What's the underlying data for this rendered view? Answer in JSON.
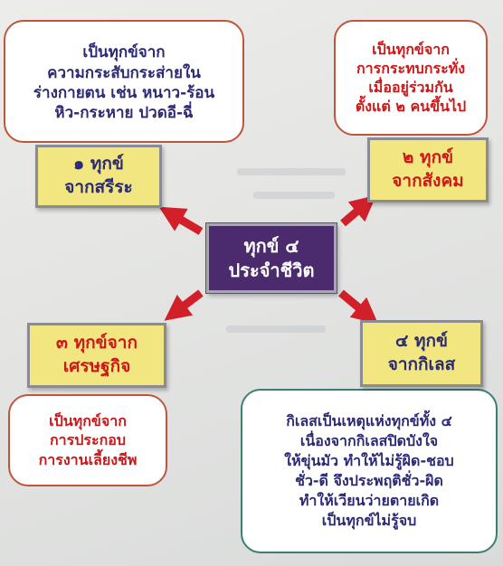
{
  "center": {
    "lines": [
      "ทุกข์ ๔",
      "ประจำชีวิต"
    ]
  },
  "nodes": [
    {
      "label_lines": [
        "๑ ทุกข์",
        "จากสรีระ"
      ],
      "desc_lines": [
        "เป็นทุกข์จาก",
        "ความกระสับกระส่ายใน",
        "ร่างกายตน เช่น หนาว-ร้อน",
        "หิว-กระหาย ปวดอี-ฉี่"
      ]
    },
    {
      "label_lines": [
        "๒ ทุกข์",
        "จากสังคม"
      ],
      "desc_lines": [
        "เป็นทุกข์จาก",
        "การกระทบกระทั่ง",
        "เมื่ออยู่ร่วมกัน",
        "ตั้งแต่ ๒ คนขึ้นไป"
      ]
    },
    {
      "label_lines": [
        "๓ ทุกข์จาก",
        "เศรษฐกิจ"
      ],
      "desc_lines": [
        "เป็นทุกข์จาก",
        "การประกอบ",
        "การงานเลี้ยงชีพ"
      ]
    },
    {
      "label_lines": [
        "๔ ทุกข์",
        "จากกิเลส"
      ],
      "desc_lines": [
        "กิเลสเป็นเหตุแห่งทุกข์ทั้ง ๔",
        "เนื่องจากกิเลสปิดบังใจ",
        "ให้ขุ่นมัว ทำให้ไม่รู้ผิด-ชอบ",
        "ชั่ว-ดี จึงประพฤติชั่ว-ผิด",
        "ทำให้เวียนว่ายตายเกิด",
        "เป็นทุกข์ไม่รู้จบ"
      ]
    }
  ],
  "colors": {
    "center_fill": "#4b2a6d",
    "label_fill": "#f2e680",
    "dark_text": "#2b2a72",
    "red_text": "#cc1818",
    "arrow": "#d2202a"
  }
}
